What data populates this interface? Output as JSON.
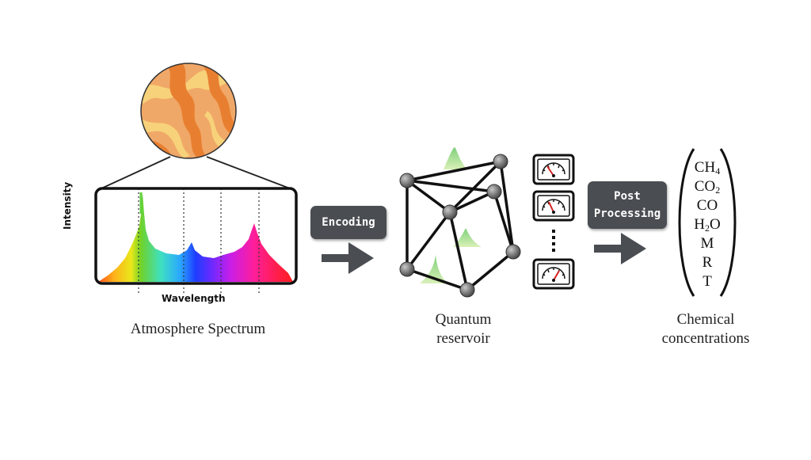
{
  "spectrum": {
    "caption": "Atmosphere Spectrum",
    "y_label": "Intensity",
    "x_label": "Wavelength"
  },
  "encoding": {
    "label": "Encoding"
  },
  "reservoir": {
    "caption_line1": "Quantum",
    "caption_line2": "reservoir"
  },
  "post": {
    "label_line1": "Post",
    "label_line2": "Processing"
  },
  "output": {
    "caption_line1": "Chemical",
    "caption_line2": "concentrations",
    "items": [
      {
        "base": "CH",
        "sub": "4"
      },
      {
        "base": "CO",
        "sub": "2"
      },
      {
        "base": "CO",
        "sub": ""
      },
      {
        "base": "H",
        "sub": "2",
        "tail": "O"
      },
      {
        "base": "M",
        "sub": ""
      },
      {
        "base": "R",
        "sub": ""
      },
      {
        "base": "T",
        "sub": ""
      }
    ]
  },
  "colors": {
    "planet_base": "#f0a868",
    "planet_band_light": "#f7d27a",
    "planet_band_dark": "#e87f30",
    "box_dark": "#4a4d52",
    "node": "#7a7a7a"
  }
}
